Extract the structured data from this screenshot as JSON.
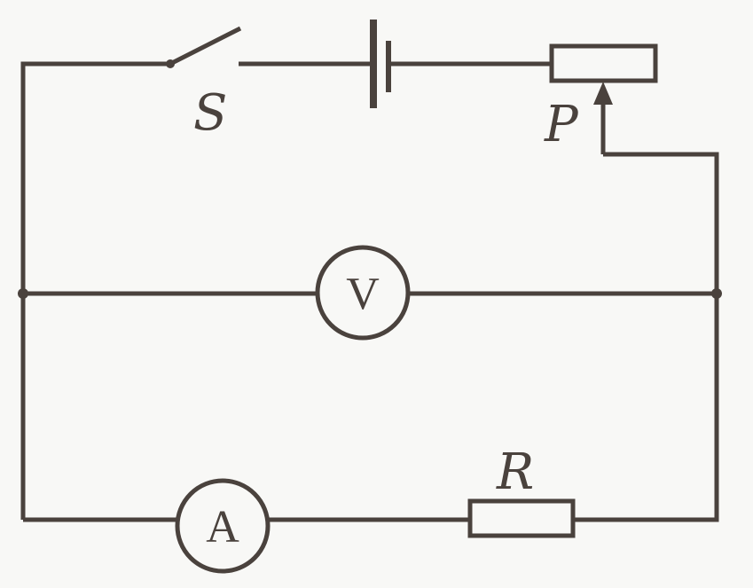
{
  "labels": {
    "switch": "S",
    "rheostat_slider": "P",
    "resistor": "R",
    "voltmeter": "V",
    "ammeter": "A"
  },
  "colors": {
    "line": "#4a423d",
    "background": "#f8f8f6"
  }
}
